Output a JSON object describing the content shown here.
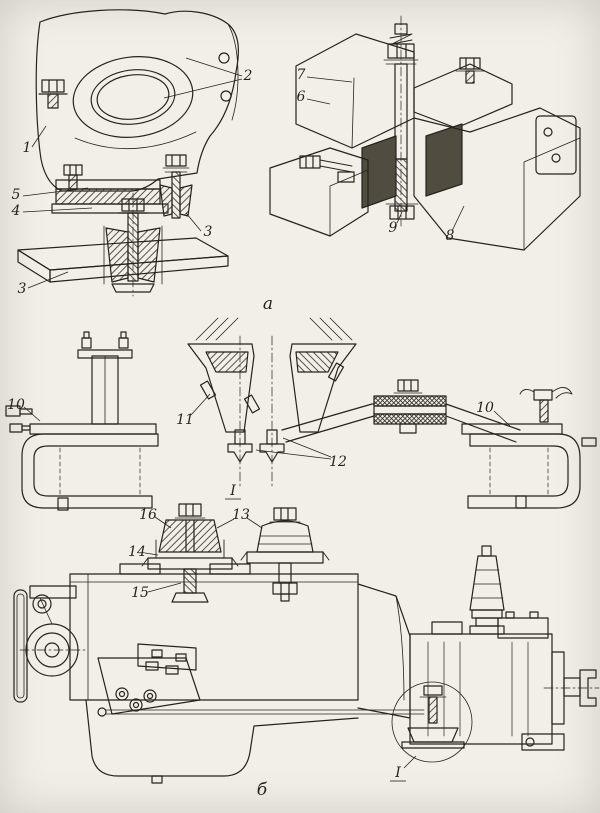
{
  "page": {
    "paper_color": "#f2efe9",
    "ink_color": "#26231d",
    "rubber_color": "#514c40",
    "description_visible_text_only": true
  },
  "sections": {
    "a": "а",
    "b": "б"
  },
  "view_markers": {
    "top": "I",
    "bottom": "I"
  },
  "callouts": {
    "n1": "1",
    "n2": "2",
    "n3a": "3",
    "n3b": "3",
    "n4": "4",
    "n5": "5",
    "n6": "6",
    "n7": "7",
    "n8": "8",
    "n9": "9",
    "n10a": "10",
    "n10b": "10",
    "n11": "11",
    "n12": "12",
    "n13": "13",
    "n14": "14",
    "n15": "15",
    "n16": "16"
  }
}
